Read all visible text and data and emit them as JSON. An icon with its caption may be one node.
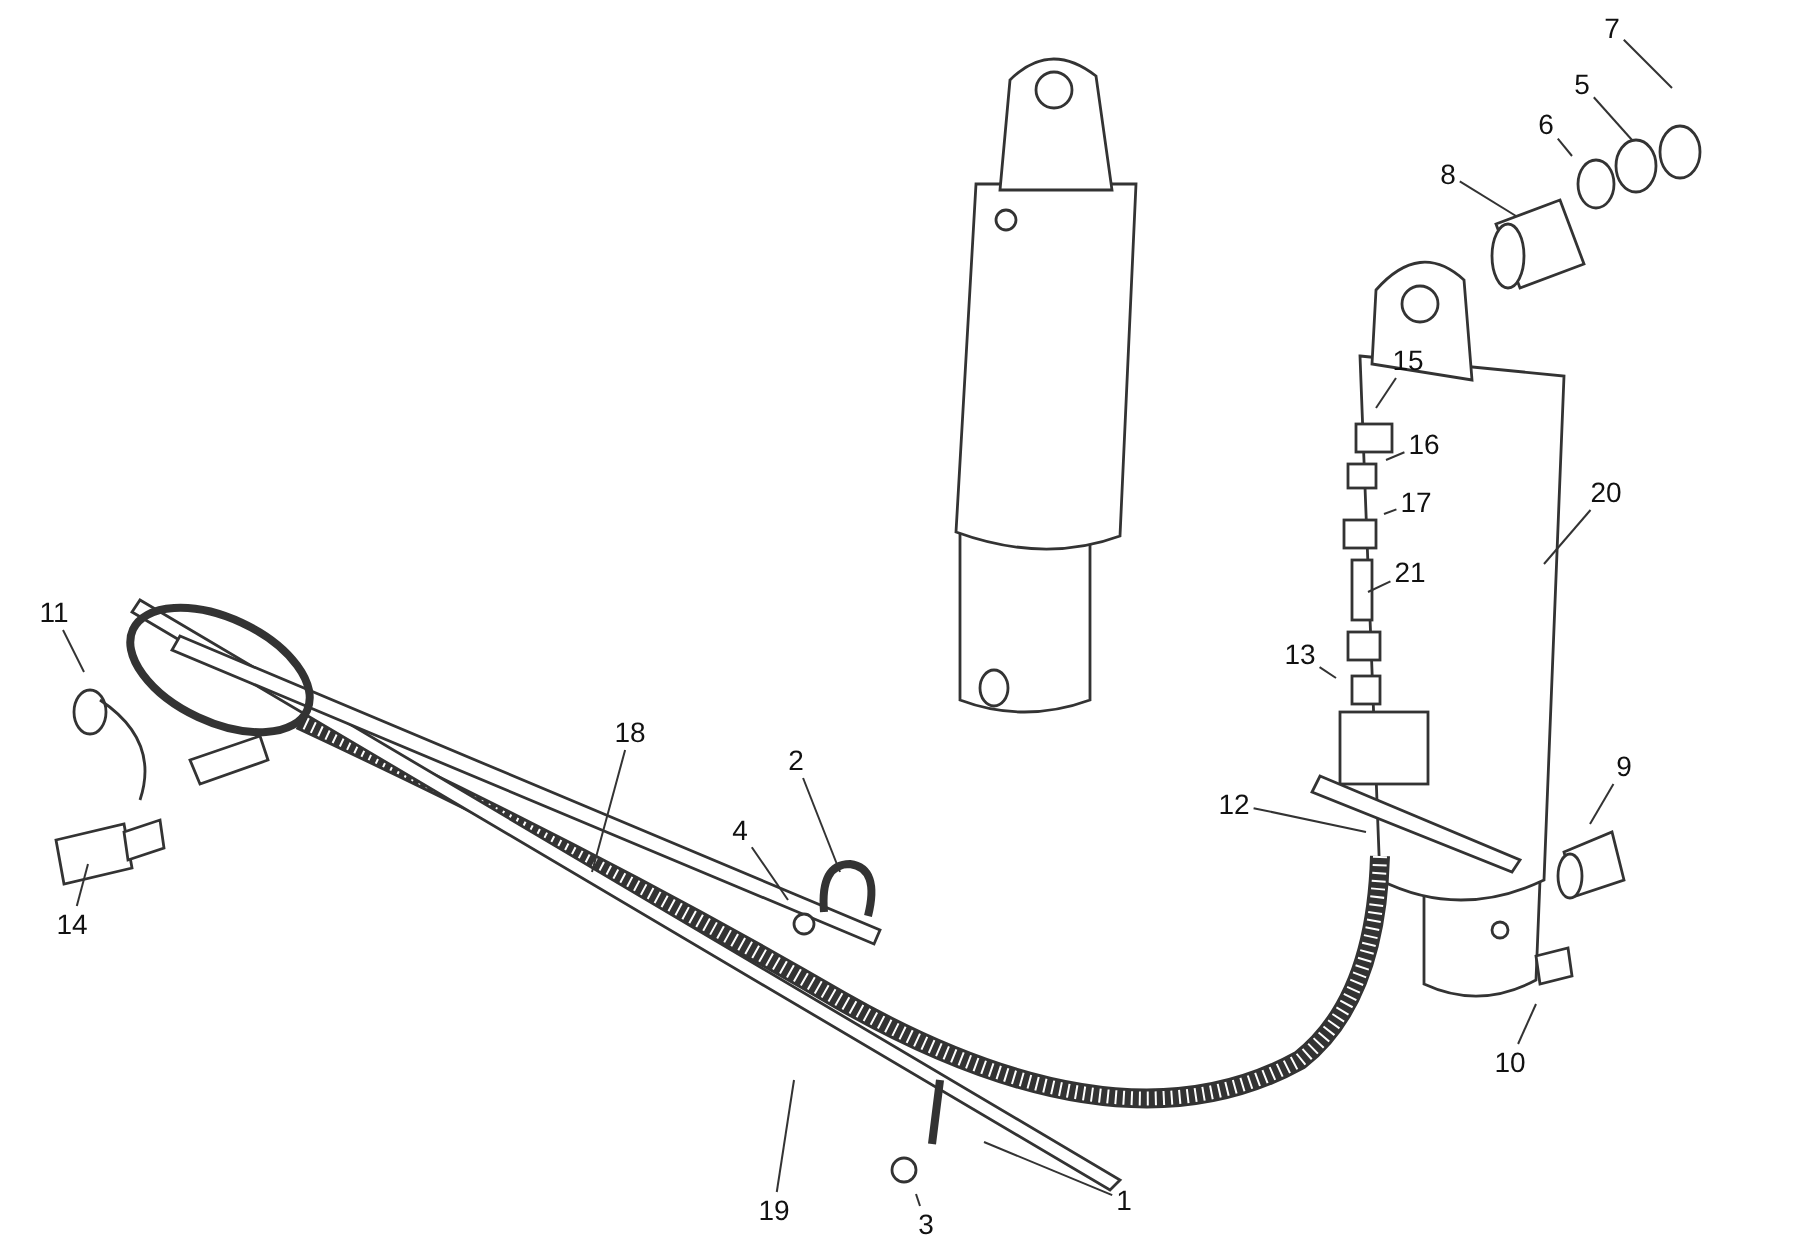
{
  "diagram": {
    "nodes": [
      {
        "text": [
          "7"
        ]
      },
      {
        "text": [
          "5"
        ]
      },
      {
        "text": [
          "6"
        ]
      },
      {
        "text": [
          "8"
        ]
      },
      {
        "text": [
          "15"
        ]
      },
      {
        "text": [
          "16"
        ]
      },
      {
        "text": [
          "17"
        ]
      },
      {
        "text": [
          "20"
        ]
      },
      {
        "text": [
          "21"
        ]
      },
      {
        "text": [
          "11"
        ]
      },
      {
        "text": [
          "13"
        ]
      },
      {
        "text": [
          "18"
        ]
      },
      {
        "text": [
          "2"
        ]
      },
      {
        "text": [
          "9"
        ]
      },
      {
        "text": [
          "12"
        ]
      },
      {
        "text": [
          "4"
        ]
      },
      {
        "text": [
          "14"
        ]
      },
      {
        "text": [
          "10"
        ]
      },
      {
        "text": [
          "1"
        ]
      },
      {
        "text": [
          "19"
        ]
      },
      {
        "text": [
          "3"
        ]
      }
    ],
    "edges": [
      {
        "from": 0,
        "to": null,
        "arrow": "none"
      },
      {
        "from": 1,
        "to": null,
        "arrow": "none"
      },
      {
        "from": 2,
        "to": null,
        "arrow": "none"
      },
      {
        "from": 3,
        "to": null,
        "arrow": "none"
      },
      {
        "from": 4,
        "to": null,
        "arrow": "none"
      },
      {
        "from": 5,
        "to": null,
        "arrow": "none"
      },
      {
        "from": 6,
        "to": null,
        "arrow": "none"
      },
      {
        "from": 7,
        "to": null,
        "arrow": "none"
      },
      {
        "from": 8,
        "to": null,
        "arrow": "none"
      },
      {
        "from": 9,
        "to": null,
        "arrow": "none"
      },
      {
        "from": 10,
        "to": null,
        "arrow": "none"
      },
      {
        "from": 11,
        "to": null,
        "arrow": "none"
      },
      {
        "from": 12,
        "to": null,
        "arrow": "none"
      },
      {
        "from": 13,
        "to": null,
        "arrow": "none"
      },
      {
        "from": 14,
        "to": null,
        "arrow": "none"
      },
      {
        "from": 15,
        "to": null,
        "arrow": "none"
      },
      {
        "from": 16,
        "to": null,
        "arrow": "none"
      },
      {
        "from": 17,
        "to": null,
        "arrow": "none"
      },
      {
        "from": 18,
        "to": null,
        "arrow": "none"
      },
      {
        "from": 19,
        "to": null,
        "arrow": "none"
      },
      {
        "from": 20,
        "to": null,
        "arrow": "none"
      }
    ]
  }
}
